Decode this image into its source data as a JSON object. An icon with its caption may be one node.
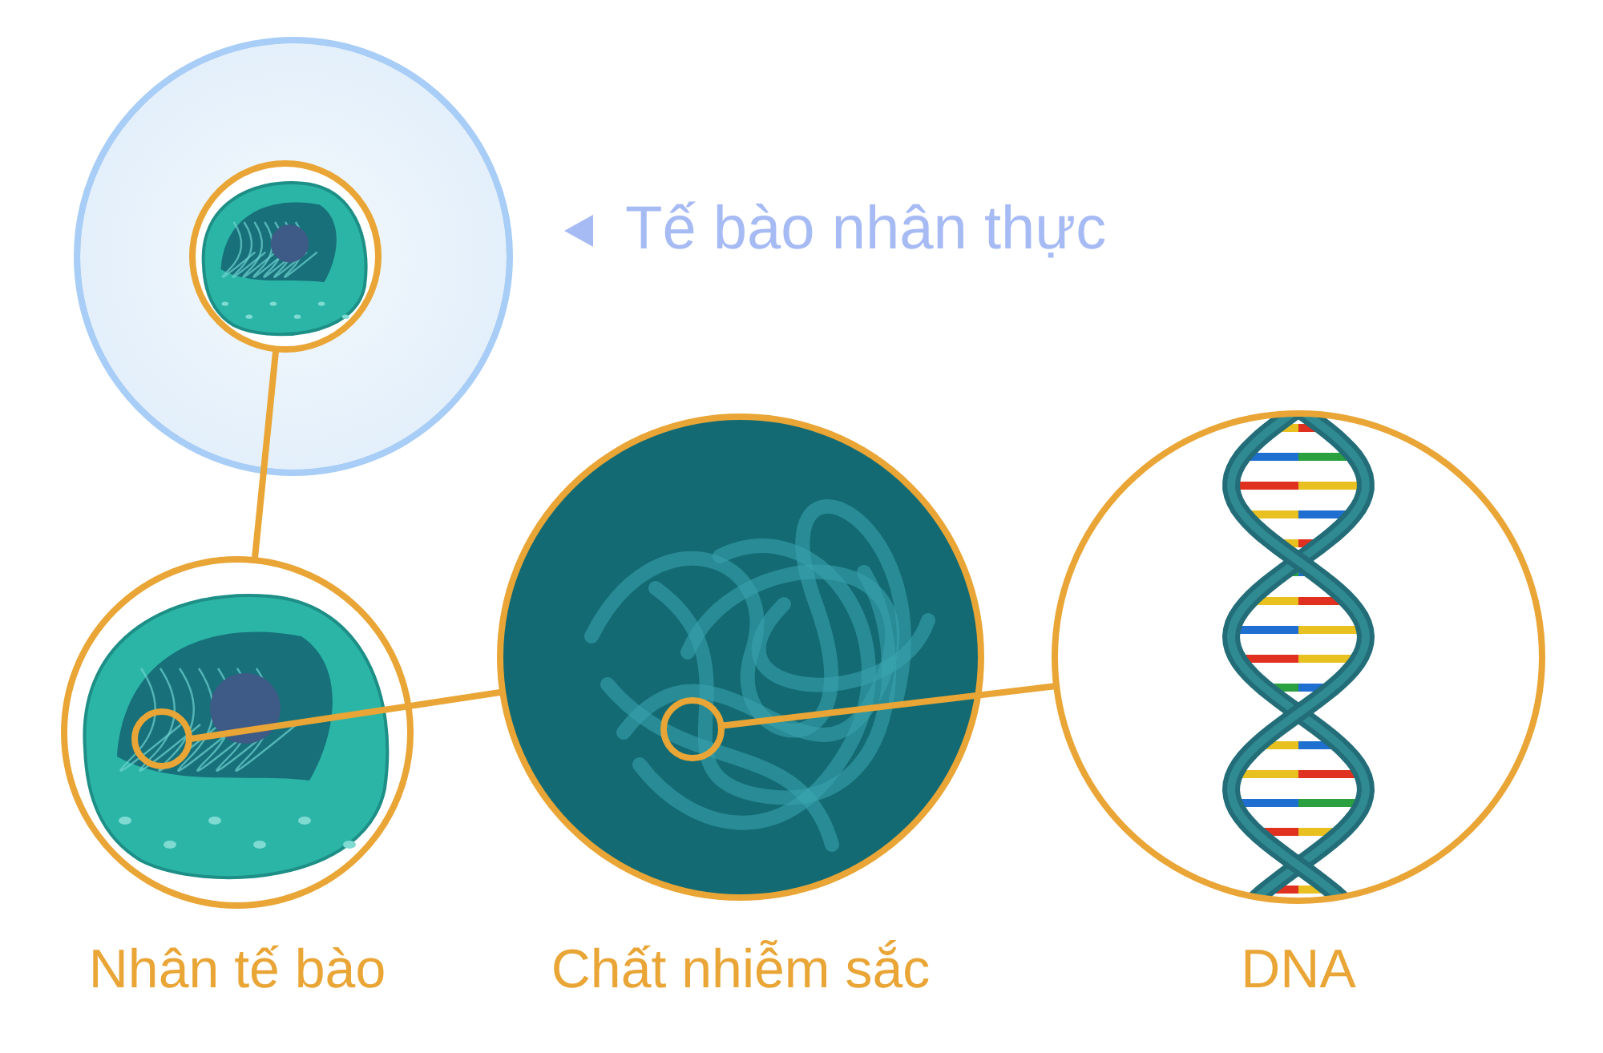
{
  "diagram": {
    "nodes": [
      {
        "text": [],
        "shape": "circle",
        "beside": [
          "Tế bào nhân thực"
        ]
      },
      {
        "text": [],
        "shape": "circle",
        "in": 0
      },
      {
        "text": [
          "Nhân tế bào"
        ]
      },
      {
        "text": [],
        "shape": "circle",
        "in": 2
      },
      {
        "text": [
          "Chất nhiễm sắc"
        ]
      },
      {
        "text": [],
        "shape": "circle",
        "in": 4
      },
      {
        "text": [
          "DNA"
        ]
      }
    ],
    "edges": [
      {
        "from": 1,
        "to": 2,
        "arrow": "none"
      },
      {
        "from": 3,
        "to": 4,
        "arrow": "none"
      },
      {
        "from": 5,
        "to": 6,
        "arrow": "none"
      }
    ]
  }
}
